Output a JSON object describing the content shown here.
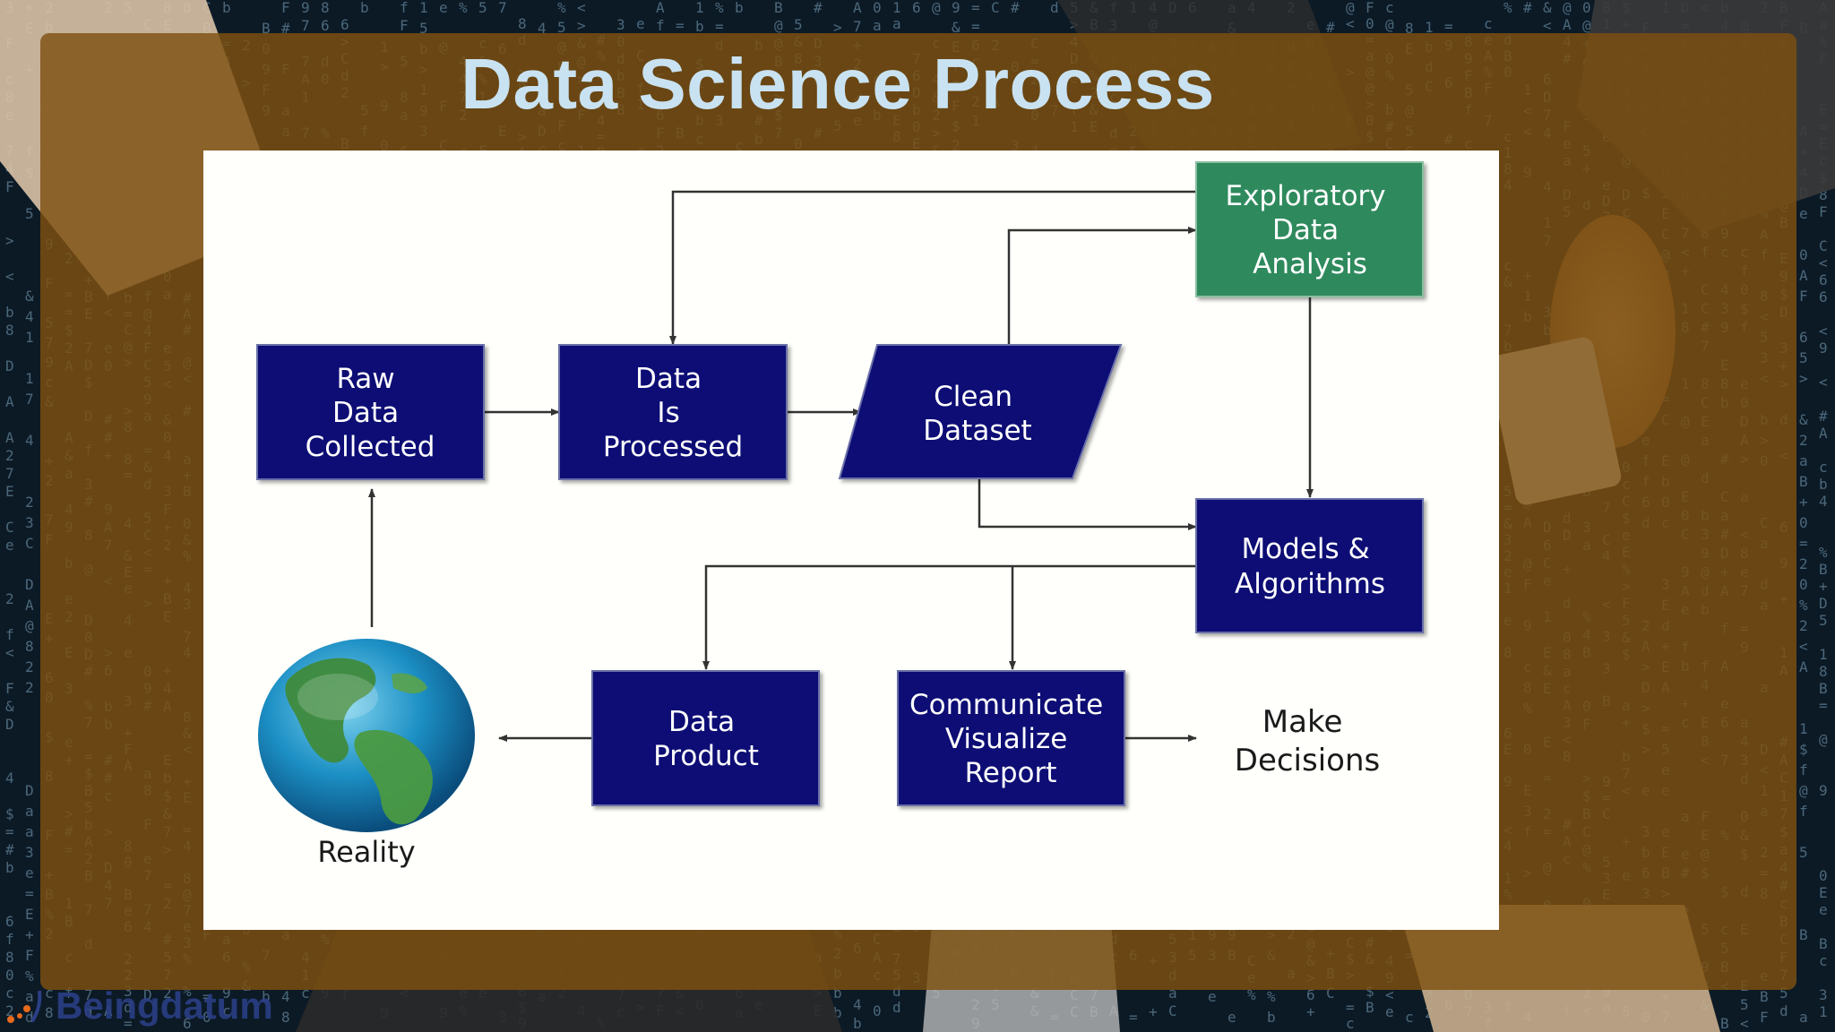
{
  "title": "Data Science Process",
  "colors": {
    "box_navy": "#0d0d75",
    "box_green": "#2f8a5d",
    "arrow": "#333333",
    "title": "#c9e2f1",
    "overlay": "#7e5010",
    "brand": "#2b3f86"
  },
  "nodes": {
    "raw": {
      "lines": [
        "Raw",
        "Data",
        "Collected"
      ]
    },
    "processed": {
      "lines": [
        "Data",
        "Is",
        "Processed"
      ]
    },
    "clean": {
      "lines": [
        "Clean",
        "Dataset"
      ]
    },
    "eda": {
      "lines": [
        "Exploratory",
        "Data",
        "Analysis"
      ]
    },
    "models": {
      "lines": [
        "Models &",
        "Algorithms"
      ]
    },
    "product": {
      "lines": [
        "Data",
        "Product"
      ]
    },
    "communicate": {
      "lines": [
        "Communicate",
        "Visualize",
        "Report"
      ]
    },
    "decisions": {
      "lines": [
        "Make",
        "Decisions"
      ]
    },
    "reality": {
      "label": "Reality",
      "icon": "globe-icon"
    }
  },
  "brand": {
    "name": "Beingdatum",
    "icon": "logo-mark-icon"
  }
}
